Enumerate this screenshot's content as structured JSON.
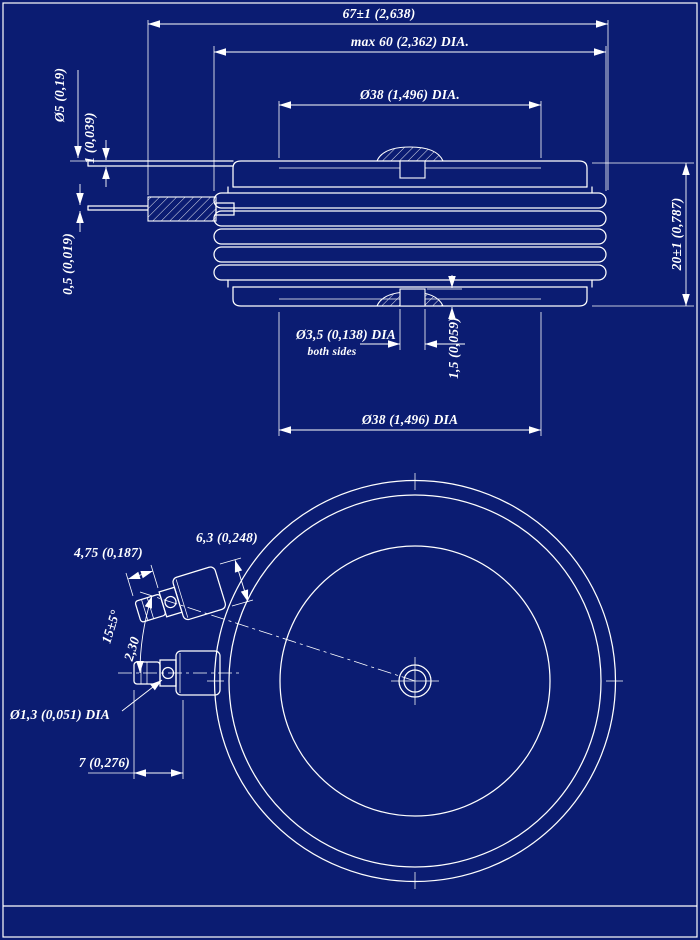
{
  "colors": {
    "background": "#0b1c72",
    "line": "#ffffff"
  },
  "views": {
    "side": "device cross-section side view",
    "plan": "device bottom plan view"
  },
  "dims": {
    "overall_width": "67±1 (2,638)",
    "max_diameter": "max 60 (2,362) DIA.",
    "top_pole_diameter": "Ø38 (1,496) DIA.",
    "gate_lead_diameter": "Ø5 (0,19)",
    "upper_lead_thickness": "1 (0,039)",
    "lower_lead_thickness": "0,5 (0,019)",
    "body_height": "20±1 (0,787)",
    "recess_diameter": "Ø3,5 (0,138) DIA",
    "recess_note": "both sides",
    "recess_depth": "1,5 (0,059)",
    "bottom_pole_diameter": "Ø38 (1,496) DIA",
    "tab_width": "6,3 (0,248)",
    "tab_side": "4,75 (0,187)",
    "terminal_angle": "15±5°",
    "terminal_offset": "2,30",
    "terminal_hole_diameter": "Ø1,3 (0,051) DIA",
    "terminal_length": "7 (0,276)"
  }
}
